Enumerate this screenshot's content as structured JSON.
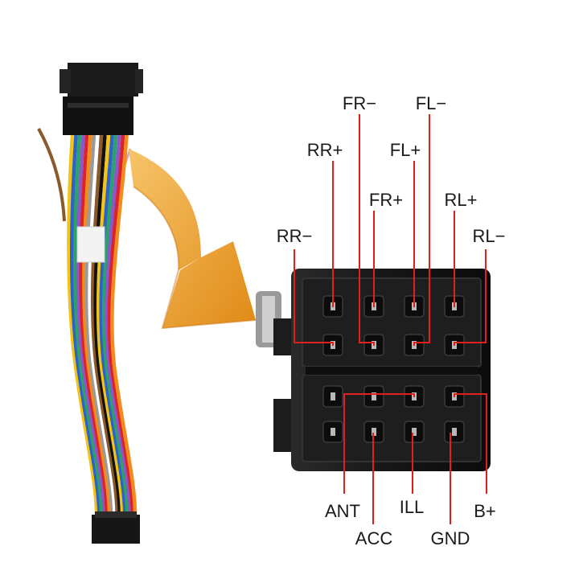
{
  "labels": {
    "fr_minus": "FR−",
    "fl_minus": "FL−",
    "rr_plus": "RR+",
    "fl_plus": "FL+",
    "fr_plus": "FR+",
    "rl_plus": "RL+",
    "rr_minus": "RR−",
    "rl_minus": "RL−",
    "ant": "ANT",
    "ill": "ILL",
    "b_plus": "B+",
    "acc": "ACC",
    "gnd": "GND"
  },
  "colors": {
    "leader_line": "#e0201a",
    "arrow_light": "#f7c46a",
    "arrow_dark": "#e08a16",
    "connector_body": "#151515",
    "wire_palette": [
      "#f2c418",
      "#2f62c8",
      "#2aa36a",
      "#8d57c9",
      "#d9232d",
      "#f28a1c",
      "#9a9a9a",
      "#ffffff",
      "#8b5a2b",
      "#111111"
    ]
  },
  "icons": {
    "left_part": "iso-wire-harness",
    "arrow": "curved-arrow-icon",
    "right_part": "iso-connector-front-view"
  }
}
